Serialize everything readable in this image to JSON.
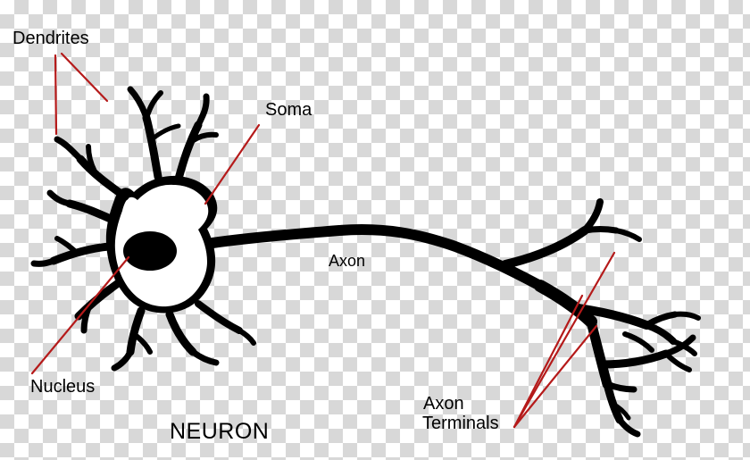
{
  "figure": {
    "title": "NEURON",
    "labels": {
      "dendrites": "Dendrites",
      "soma": "Soma",
      "axon": "Axon",
      "nucleus": "Nucleus",
      "axon_terminals_line1": "Axon",
      "axon_terminals_line2": "Terminals"
    },
    "colors": {
      "cell": "#000000",
      "pointer_line": "#b51a1a",
      "text": "#000000",
      "background": "#ffffff",
      "checker": "#d8d8d8"
    }
  }
}
